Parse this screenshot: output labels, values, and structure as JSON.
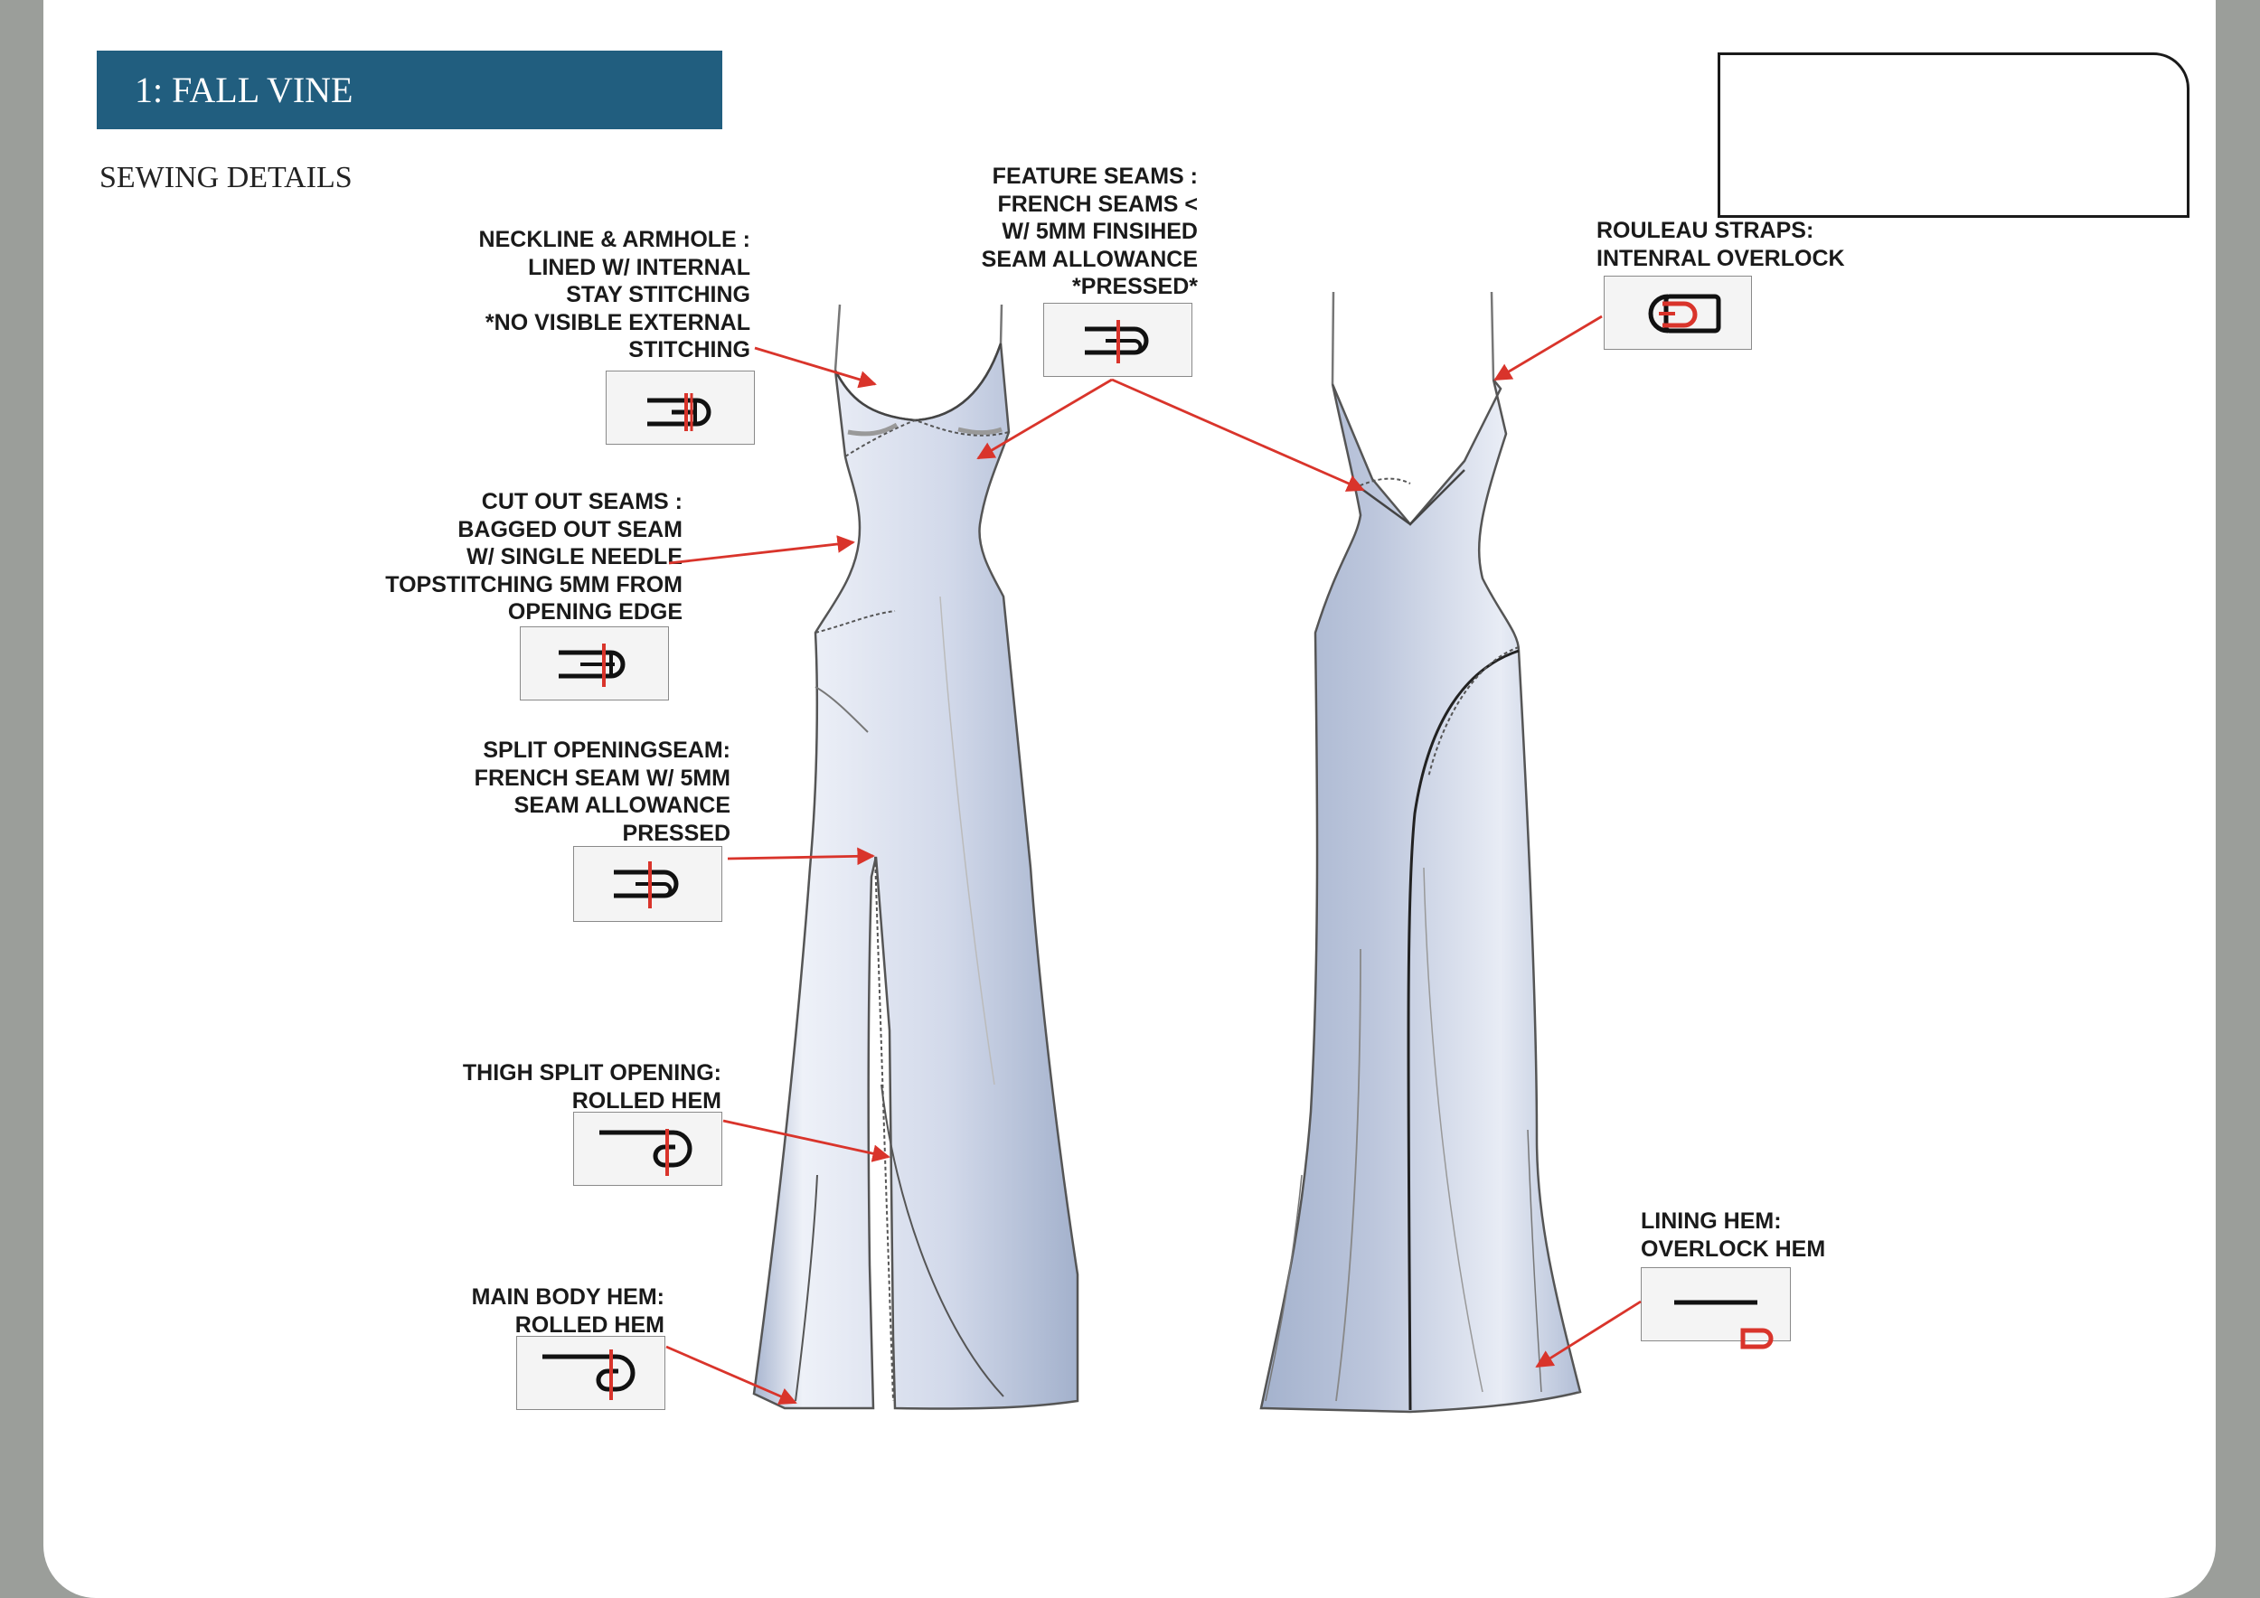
{
  "header": {
    "title": "1: FALL VINE",
    "section": "SEWING DETAILS"
  },
  "callouts": {
    "neckline": "NECKLINE & ARMHOLE :\nLINED W/ INTERNAL\nSTAY STITCHING\n*NO VISIBLE EXTERNAL\nSTITCHING",
    "feature": "FEATURE SEAMS :\nFRENCH SEAMS <\nW/ 5MM FINSIHED\nSEAM ALLOWANCE\n*PRESSED*",
    "rouleau": "ROULEAU STRAPS:\nINTENRAL OVERLOCK",
    "cutout": "CUT OUT SEAMS :\nBAGGED OUT SEAM\nW/ SINGLE NEEDLE\nTOPSTITCHING 5MM FROM\nOPENING EDGE",
    "split_seam": "SPLIT OPENINGSEAM:\nFRENCH SEAM W/ 5MM\nSEAM ALLOWANCE\nPRESSED",
    "thigh": "THIGH SPLIT OPENING:\nROLLED HEM",
    "main_hem": "MAIN BODY HEM:\nROLLED HEM",
    "lining_hem": "LINING HEM:\nOVERLOCK HEM"
  },
  "colors": {
    "title_bar": "#215e7f",
    "arrow": "#d9342b",
    "dress_fill": "#b7c3da",
    "background": "#9b9e9a"
  },
  "icons": [
    "french-seam-icon",
    "stay-stitch-icon",
    "bagged-seam-icon",
    "rolled-hem-icon",
    "overlock-icon"
  ]
}
